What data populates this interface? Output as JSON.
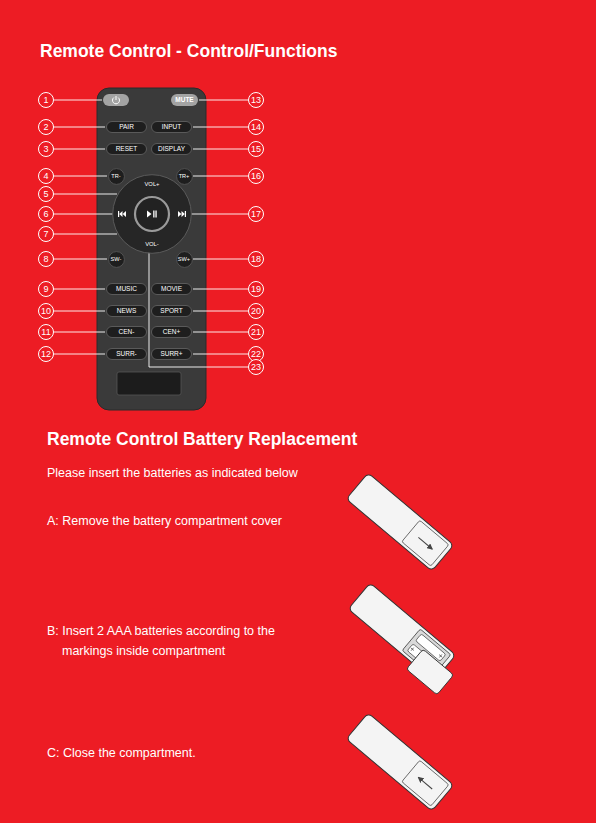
{
  "diagram": {
    "title": "Remote Control - Control/Functions",
    "nodes": [
      {
        "text": [
          "MUTE"
        ]
      },
      {
        "text": [
          "PAIR"
        ]
      },
      {
        "text": [
          "INPUT"
        ]
      },
      {
        "text": [
          "RESET"
        ]
      },
      {
        "text": [
          "DISPLAY"
        ]
      },
      {
        "text": [
          "TR-"
        ]
      },
      {
        "text": [
          "TR+"
        ]
      },
      {
        "text": [
          "VOL+",
          "VOL-"
        ]
      },
      {
        "text": [
          "SW-"
        ]
      },
      {
        "text": [
          "SW+"
        ]
      },
      {
        "text": [
          "MUSIC"
        ]
      },
      {
        "text": [
          "MOVIE"
        ]
      },
      {
        "text": [
          "NEWS"
        ]
      },
      {
        "text": [
          "SPORT"
        ]
      },
      {
        "text": [
          "CEN-"
        ]
      },
      {
        "text": [
          "CEN+"
        ]
      },
      {
        "text": [
          "SURR-"
        ]
      },
      {
        "text": [
          "SURR+"
        ]
      }
    ],
    "labels": [
      "1",
      "2",
      "3",
      "4",
      "5",
      "6",
      "7",
      "8",
      "9",
      "10",
      "11",
      "12",
      "13",
      "14",
      "15",
      "16",
      "17",
      "18",
      "19",
      "20",
      "21",
      "22",
      "23",
      "Remote Control Battery Replacement",
      "Please insert the batteries as indicated below",
      "A: Remove the battery compartment cover",
      "B: Insert 2 AAA batteries according to the markings inside compartment",
      "C: Close the compartment."
    ]
  }
}
